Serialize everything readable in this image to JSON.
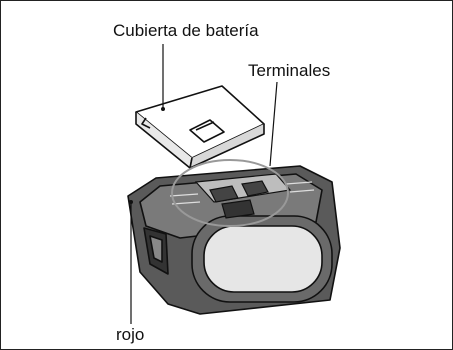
{
  "labels": {
    "cover": "Cubierta de batería",
    "terminals": "Terminales",
    "red": "rojo"
  }
}
